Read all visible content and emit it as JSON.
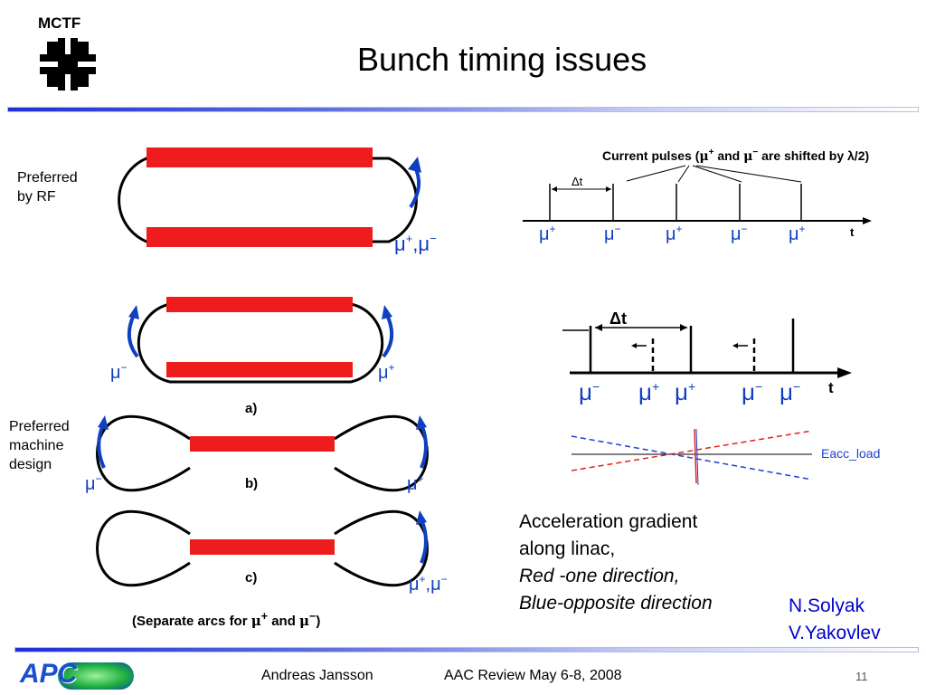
{
  "header": {
    "logo_text": "MCTF",
    "title": "Bunch timing issues"
  },
  "labels": {
    "preferred_rf": [
      "Preferred",
      "by RF"
    ],
    "preferred_machine": [
      "Preferred",
      "machine",
      "design"
    ]
  },
  "ring_diagrams": {
    "a": "a)",
    "b": "b)",
    "c": "c)",
    "separate_prefix": "(Separate arcs for ",
    "and": " and ",
    "separate_suffix": ")",
    "mu": "μ",
    "plus": "+",
    "minus": "−",
    "comma": ","
  },
  "pulse_diagram": {
    "title_part1": "Current pulses (",
    "title_part2": " and ",
    "title_part3": " are shifted by λ/2)",
    "delta_t": "Δt",
    "t": "t",
    "sequence": [
      "+",
      "−",
      "+",
      "−",
      "+"
    ]
  },
  "pulse_diagram2": {
    "delta_t": "Δt",
    "t": "t",
    "sequence": [
      "−",
      "+",
      "+",
      "−",
      "−"
    ]
  },
  "gradient_plot": {
    "legend": "Eacc_load",
    "colors": {
      "red": "#e62020",
      "blue": "#1f3fd0"
    }
  },
  "description": {
    "line1": "Acceleration gradient",
    "line2": "along linac,",
    "line3": "Red -one direction,",
    "line4": "Blue-opposite direction"
  },
  "authors": {
    "name1": "N.Solyak",
    "name2": "V.Yakovlev"
  },
  "footer": {
    "logo": "APC",
    "presenter": "Andreas Jansson",
    "event": "AAC Review May 6-8, 2008",
    "page": "11"
  },
  "colors": {
    "magnet_red": "#ee1c1c",
    "arrow_blue": "#1040c0",
    "text_blue": "#0000cc"
  }
}
